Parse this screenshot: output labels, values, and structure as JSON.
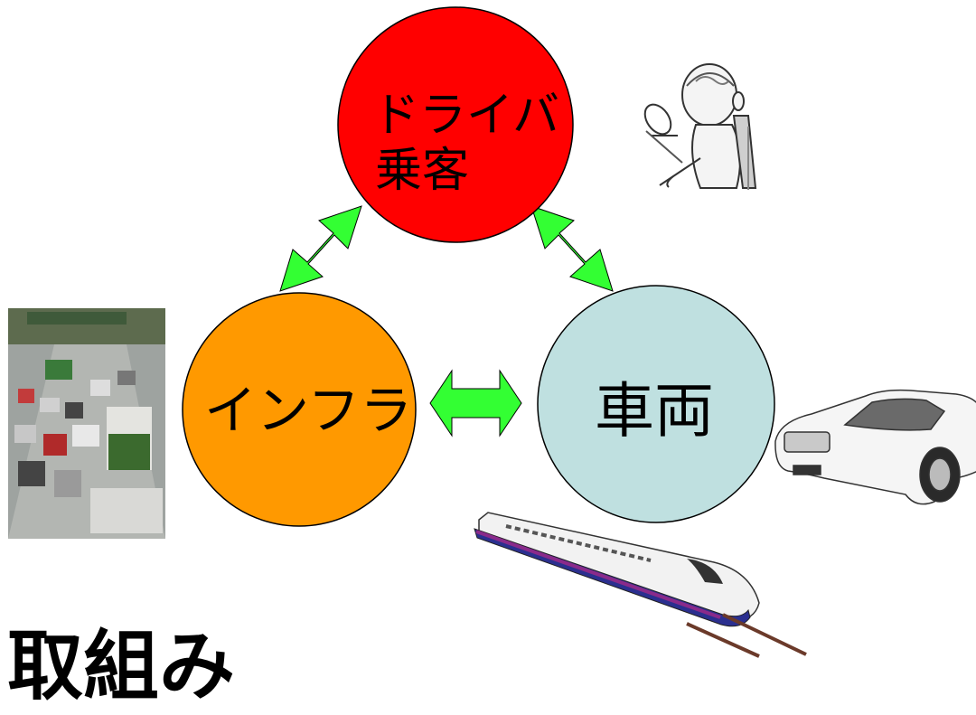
{
  "diagram": {
    "nodes": {
      "driver": {
        "line1": "ドライバ",
        "line2": "乗客",
        "fill": "#ff0000"
      },
      "infra": {
        "label": "インフラ",
        "fill": "#ff9900"
      },
      "vehicle": {
        "label": "車両",
        "fill": "#bfe0e0"
      }
    },
    "arrow_color": "#33ff33",
    "footer_text": "取組み"
  },
  "images": {
    "driver_illustration": "driver-seated-icon",
    "traffic_photo": "traffic-jam-photo",
    "car_illustration": "sedan-car-icon",
    "train_illustration": "bullet-train-icon"
  }
}
